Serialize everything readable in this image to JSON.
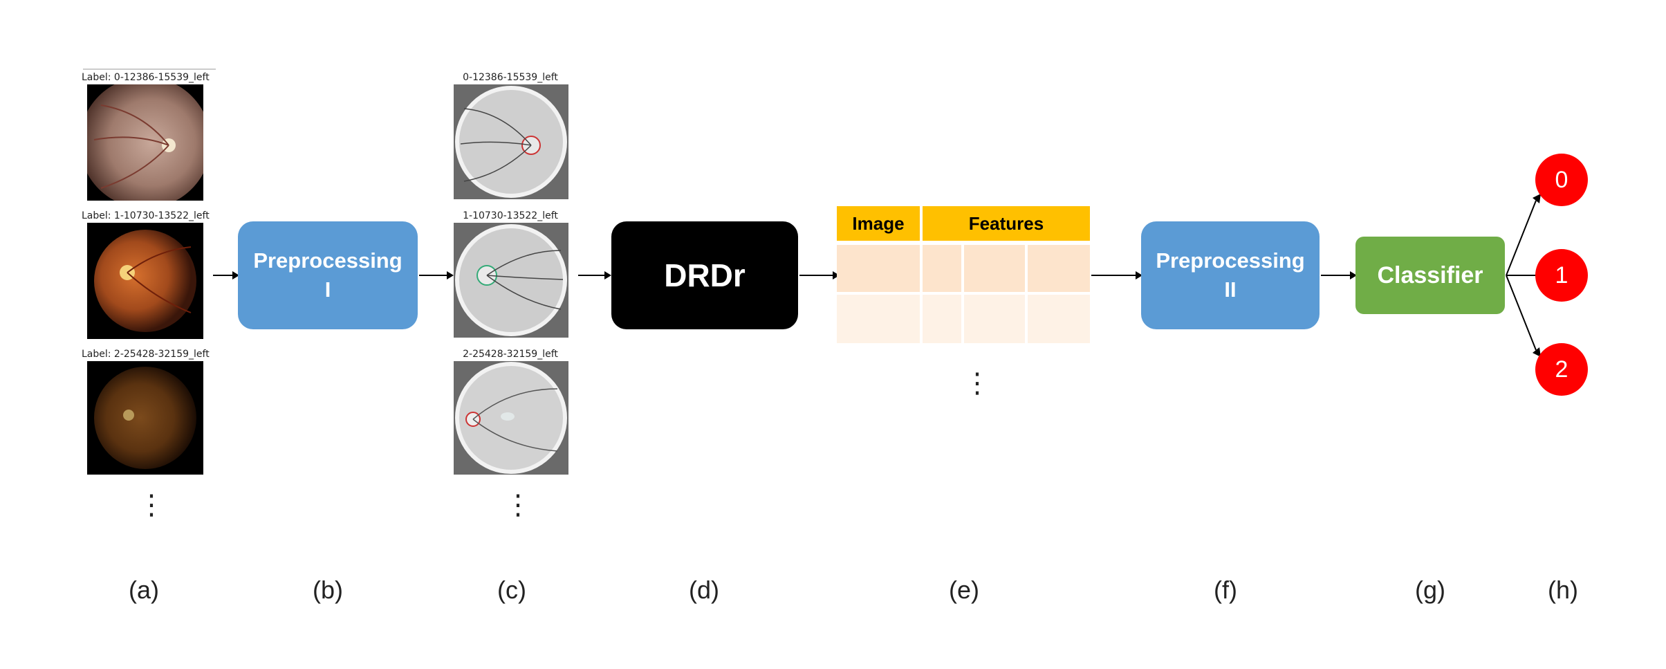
{
  "column_a": {
    "images": [
      {
        "caption": "Label: 0-12386-15539_left"
      },
      {
        "caption": "Label: 1-10730-13522_left"
      },
      {
        "caption": "Label: 2-25428-32159_left"
      }
    ]
  },
  "column_c": {
    "images": [
      {
        "caption": "0-12386-15539_left"
      },
      {
        "caption": "1-10730-13522_left"
      },
      {
        "caption": "2-25428-32159_left"
      }
    ]
  },
  "boxes": {
    "preprocessing_1": {
      "line1": "Preprocessing",
      "line2": "I"
    },
    "drdr": "DRDr",
    "preprocessing_2": {
      "line1": "Preprocessing",
      "line2": "II"
    },
    "classifier": "Classifier"
  },
  "table": {
    "headers": [
      "Image",
      "Features"
    ]
  },
  "outputs": [
    "0",
    "1",
    "2"
  ],
  "ellipsis": "⋮",
  "panel_labels": [
    "(a)",
    "(b)",
    "(c)",
    "(d)",
    "(e)",
    "(f)",
    "(g)",
    "(h)"
  ],
  "colors": {
    "blue_box": "#5b9bd5",
    "black_box": "#000000",
    "green_box": "#70ad47",
    "table_header": "#ffc000",
    "table_row_1": "#fde4cc",
    "table_row_2": "#fef2e6",
    "output_circle": "#ff0000"
  }
}
